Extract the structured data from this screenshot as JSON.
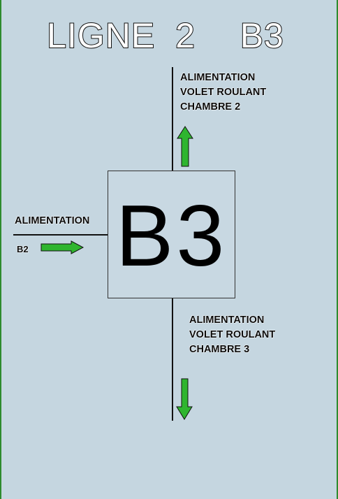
{
  "title": {
    "word1": "LIGNE",
    "word2": "2",
    "word3": "B3"
  },
  "central_box": {
    "label": "B3"
  },
  "top_right_label": {
    "line1": "ALIMENTATION",
    "line2": "VOLET ROULANT",
    "line3": "CHAMBRE 2"
  },
  "left_label": {
    "line1": "ALIMENTATION",
    "line2": "B2"
  },
  "bottom_right_label": {
    "line1": "ALIMENTATION",
    "line2": "VOLET ROULANT",
    "line3": "CHAMBRE 3"
  },
  "colors": {
    "background": "#c5d6e0",
    "arrow_fill": "#2fb52f",
    "line": "#111111",
    "border": "#2e8b2e"
  }
}
